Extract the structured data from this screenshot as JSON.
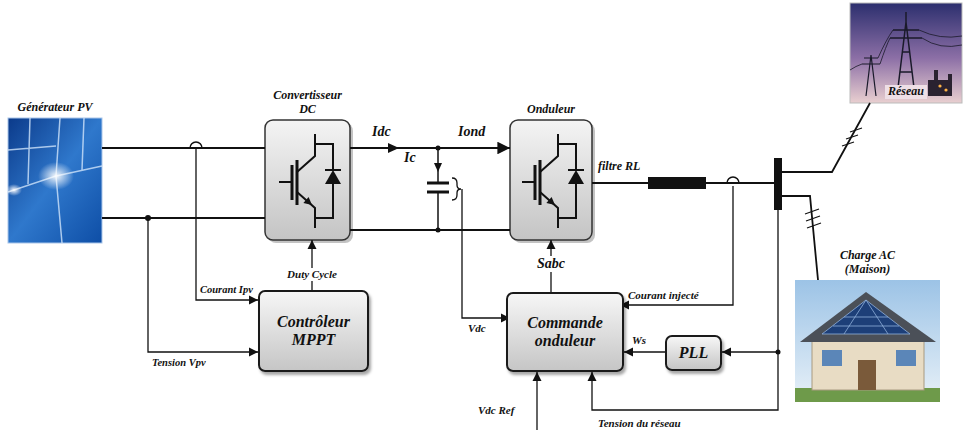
{
  "diagram": {
    "nodes": [
      {
        "text": [
          "Générateur PV"
        ]
      },
      {
        "text": [
          "Convertisseur DC"
        ]
      },
      {
        "text": [
          "Onduleur"
        ]
      },
      {
        "text": [
          "Réseau"
        ]
      },
      {
        "text": [
          "Charge AC (Maison)"
        ]
      },
      {
        "text": [
          "Contrôleur MPPT"
        ]
      },
      {
        "text": [
          "Commande onduleur"
        ]
      },
      {
        "text": [
          "PLL"
        ]
      }
    ],
    "edges": [
      {
        "from": 0,
        "to": 1,
        "arrow": "none"
      },
      {
        "from": 0,
        "to": 1,
        "arrow": "none"
      },
      {
        "from": 1,
        "to": 2,
        "arrow": "to"
      },
      {
        "from": 1,
        "to": 2,
        "arrow": "none"
      },
      {
        "from": 2,
        "to": 3,
        "arrow": "none"
      },
      {
        "from": 2,
        "to": 4,
        "arrow": "none"
      },
      {
        "from": 0,
        "to": 5,
        "arrow": "to",
        "label": "Courant Ipv"
      },
      {
        "from": 0,
        "to": 5,
        "arrow": "to",
        "label": "Tension Vpv"
      },
      {
        "from": 5,
        "to": 1,
        "arrow": "to",
        "label": "Duty Cycle"
      },
      {
        "from": 6,
        "to": 2,
        "arrow": "to",
        "label": "Sabc"
      },
      {
        "from": 7,
        "to": 6,
        "arrow": "to",
        "label": "Ws"
      }
    ],
    "labels": [
      "Idc",
      "Iond",
      "Ic",
      "filtre RL",
      "Vdc",
      "Courant injecté",
      "Vdc Ref",
      "Tension du réseau"
    ]
  }
}
